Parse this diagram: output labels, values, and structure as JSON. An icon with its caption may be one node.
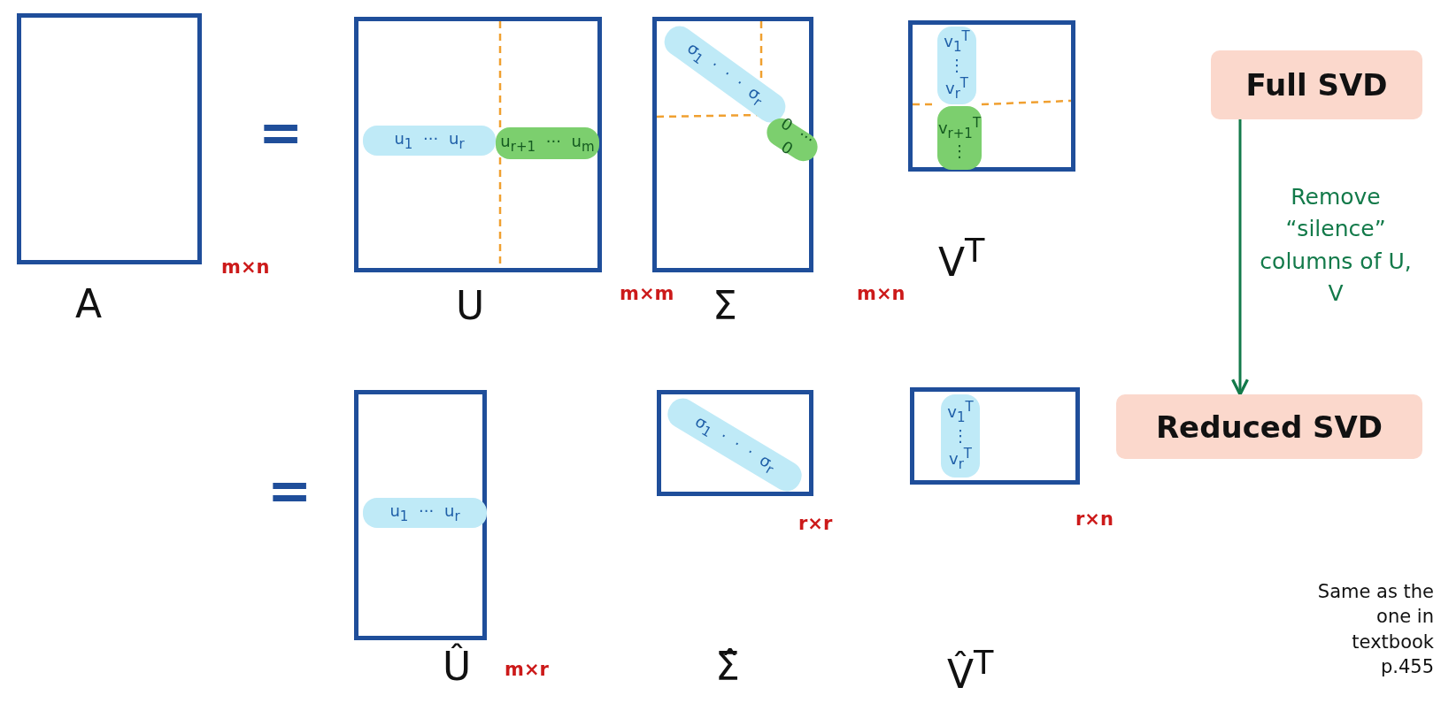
{
  "diagram": {
    "nodes": [
      {
        "text": [],
        "shape": "box",
        "beside": [
          "A",
          "m×n"
        ]
      },
      {
        "text": [
          "u$_{1}$ ··· u$_{r}$",
          "u$_{r+1}$ ··· u$_{m}$"
        ],
        "beside": [
          "U",
          "m×m"
        ]
      },
      {
        "text": [
          "σ$_{1}$ · · · σ$_{r}$",
          "0 ··· 0"
        ],
        "beside": [
          "Σ",
          "m×n"
        ]
      },
      {
        "text": [
          "v$_{1}$$^{T}$ ⋮ v$_{r}$$^{T}$",
          "v$_{r+1}$$^{T}$ ⋮"
        ],
        "beside": [
          "V$^{T}$"
        ]
      },
      {
        "text": [
          "Full SVD"
        ]
      },
      {
        "text": [
          "u$_{1}$ ··· u$_{r}$"
        ],
        "beside": [
          "Û",
          "m×r"
        ]
      },
      {
        "text": [
          "σ$_{1}$ · · · σ$_{r}$"
        ],
        "beside": [
          "Σ̂",
          "r×r"
        ]
      },
      {
        "text": [
          "v$_{1}$$^{T}$ ⋮ v$_{r}$$^{T}$"
        ],
        "beside": [
          "V̂$^{T}$",
          "r×n"
        ]
      },
      {
        "text": [
          "Reduced SVD"
        ]
      }
    ],
    "edges": [
      {
        "from": 4,
        "to": 8,
        "arrow": "to",
        "label": "Remove “silence” columns of U, V"
      }
    ],
    "labels": [
      "=",
      "=",
      "Same as the one in textbook p.455"
    ]
  }
}
